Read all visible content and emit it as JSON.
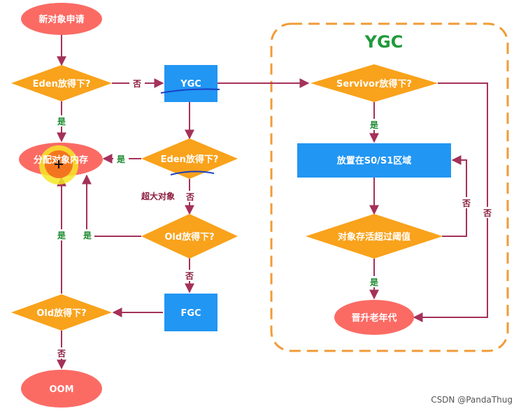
{
  "diagram": {
    "container_title": "YGC",
    "nodes": {
      "new_object": "新对象申请",
      "eden_check_1": "Eden放得下?",
      "ygc": "YGC",
      "eden_check_2": "Eden放得下?",
      "allocate_memory": "分配对象内存",
      "old_check_1": "Old放得下?",
      "fgc": "FGC",
      "old_check_2": "Old放得下?",
      "oom": "OOM",
      "survivor_check": "Servivor放得下?",
      "place_s0s1": "放置在S0/S1区域",
      "age_threshold": "对象存活超过阈值",
      "promote_old": "晋升老年代"
    },
    "edge_labels": {
      "yes": "是",
      "no": "否",
      "large_object": "超大对象"
    }
  },
  "watermark": "CSDN @PandaThug",
  "colors": {
    "decision": "#f9a21b",
    "process": "#2196f3",
    "terminal": "#fb6b64",
    "arrow": "#a4315a",
    "yes_label": "#1a8a2e",
    "no_label": "#8a1d3e",
    "container_border": "#f19b37",
    "title": "#1f9a3a"
  }
}
